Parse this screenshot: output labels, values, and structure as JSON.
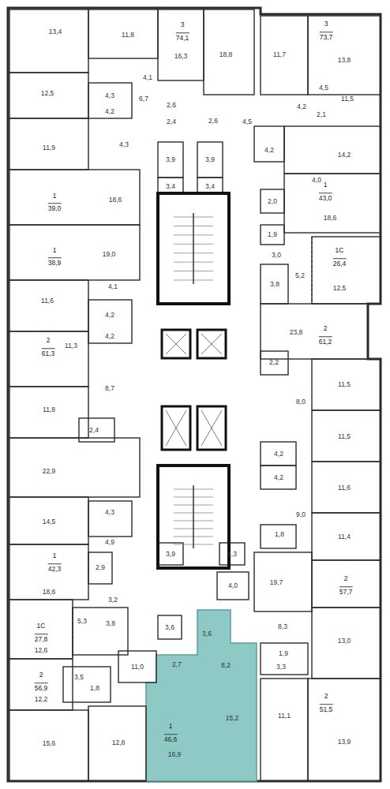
{
  "diagram": {
    "labels": [
      "13,4",
      "11,8",
      "3",
      "74,1",
      "16,3",
      "18,8",
      "11,7",
      "3",
      "73,7",
      "13,8",
      "12,5",
      "4,1",
      "4,3",
      "4,2",
      "6,7",
      "2,6",
      "2,4",
      "2,6",
      "4,5",
      "4,5",
      "4,2",
      "2,1",
      "11,5",
      "11,9",
      "4,3",
      "3,9",
      "3,9",
      "4,2",
      "14,2",
      "4,0",
      "3,4",
      "3,4",
      "1",
      "39,0",
      "18,6",
      "2,0",
      "1",
      "43,0",
      "18,6",
      "1,9",
      "1",
      "38,9",
      "19,0",
      "3,0",
      "5,2",
      "1С",
      "26,4",
      "3,8",
      "12,5",
      "4,1",
      "11,6",
      "4,2",
      "23,8",
      "2",
      "61,2",
      "2",
      "61,3",
      "11,3",
      "4,2",
      "2,2",
      "8,7",
      "11,5",
      "8,0",
      "11,8",
      "2,4",
      "11,5",
      "4,2",
      "22,9",
      "4,2",
      "11,6",
      "14,5",
      "4,3",
      "9,0",
      "4,9",
      "11,4",
      "1,8",
      "1",
      "42,3",
      "3,9",
      "4,3",
      "2,9",
      "4,0",
      "19,7",
      "2",
      "57,7",
      "18,6",
      "3,2",
      "1С",
      "27,8",
      "5,3",
      "3,8",
      "3,6",
      "8,3",
      "13,0",
      "3,6",
      "12,6",
      "1,9",
      "11,0",
      "2,7",
      "8,2",
      "3,3",
      "2",
      "56,9",
      "3,5",
      "1,8",
      "12,2",
      "2",
      "51,5",
      "15,2",
      "11,1",
      "13,9",
      "1",
      "46,6",
      "16,9",
      "15,6",
      "12,8"
    ]
  }
}
